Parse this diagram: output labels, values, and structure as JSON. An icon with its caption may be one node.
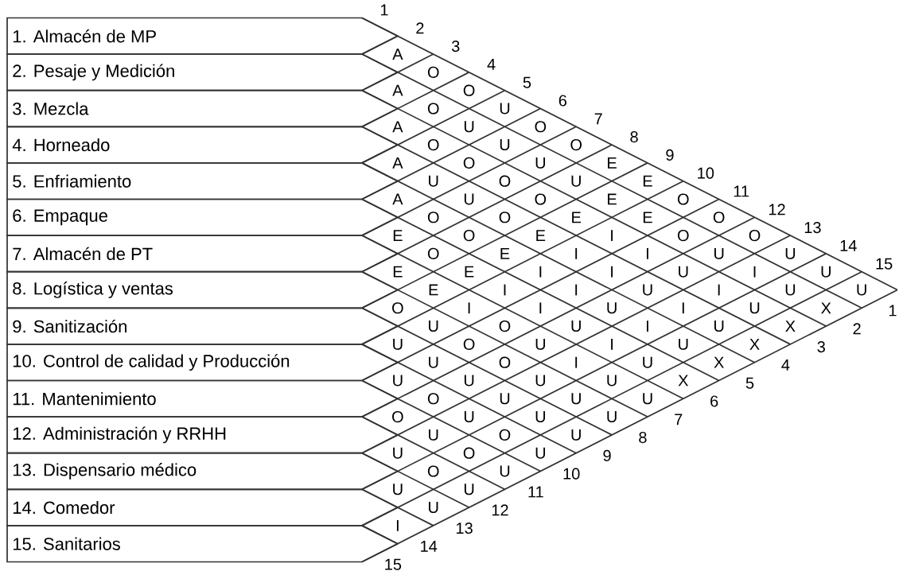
{
  "diagram": {
    "nodes": [
      {
        "text": [
          "1. Almacén de MP"
        ]
      },
      {
        "text": [
          "2. Pesaje y Medición"
        ]
      },
      {
        "text": [
          "3. Mezcla"
        ]
      },
      {
        "text": [
          "4. Horneado"
        ]
      },
      {
        "text": [
          "5. Enfriamiento"
        ]
      },
      {
        "text": [
          "6. Empaque"
        ]
      },
      {
        "text": [
          "7. Almacén de PT"
        ]
      },
      {
        "text": [
          "8. Logística y ventas"
        ]
      },
      {
        "text": [
          "9. Sanitización"
        ]
      },
      {
        "text": [
          "10. Control de calidad y Producción"
        ]
      },
      {
        "text": [
          "11. Mantenimiento"
        ]
      },
      {
        "text": [
          "12. Administración y RRHH"
        ]
      },
      {
        "text": [
          "13. Dispensario médico"
        ]
      },
      {
        "text": [
          "14. Comedor"
        ]
      },
      {
        "text": [
          "15. Sanitarios"
        ]
      }
    ],
    "labels": [
      "1",
      "2",
      "3",
      "4",
      "5",
      "6",
      "7",
      "8",
      "9",
      "10",
      "11",
      "12",
      "13",
      "14",
      "15",
      "A",
      "O",
      "O",
      "U",
      "O",
      "O",
      "E",
      "E",
      "O",
      "O",
      "O",
      "U",
      "U",
      "U",
      "A",
      "O",
      "U",
      "U",
      "U",
      "U",
      "E",
      "E",
      "O",
      "U",
      "I",
      "U",
      "X",
      "A",
      "O",
      "O",
      "O",
      "O",
      "E",
      "I",
      "I",
      "U",
      "I",
      "U",
      "X",
      "A",
      "U",
      "U",
      "O",
      "E",
      "I",
      "I",
      "U",
      "I",
      "U",
      "X",
      "A",
      "O",
      "O",
      "E",
      "I",
      "I",
      "U",
      "I",
      "U",
      "X",
      "E",
      "O",
      "E",
      "I",
      "I",
      "U",
      "I",
      "U",
      "X",
      "E",
      "E",
      "I",
      "O",
      "U",
      "I",
      "U",
      "U",
      "O",
      "U",
      "O",
      "O",
      "U",
      "U",
      "U",
      "U",
      "U",
      "U",
      "U",
      "U",
      "U",
      "U",
      "O",
      "U",
      "O",
      "U",
      "O",
      "U",
      "O",
      "U",
      "U",
      "O",
      "U",
      "U",
      "U",
      "I",
      "15",
      "14",
      "13",
      "12",
      "11",
      "10",
      "9",
      "8",
      "7",
      "6",
      "5",
      "4",
      "3",
      "2",
      "1"
    ]
  }
}
